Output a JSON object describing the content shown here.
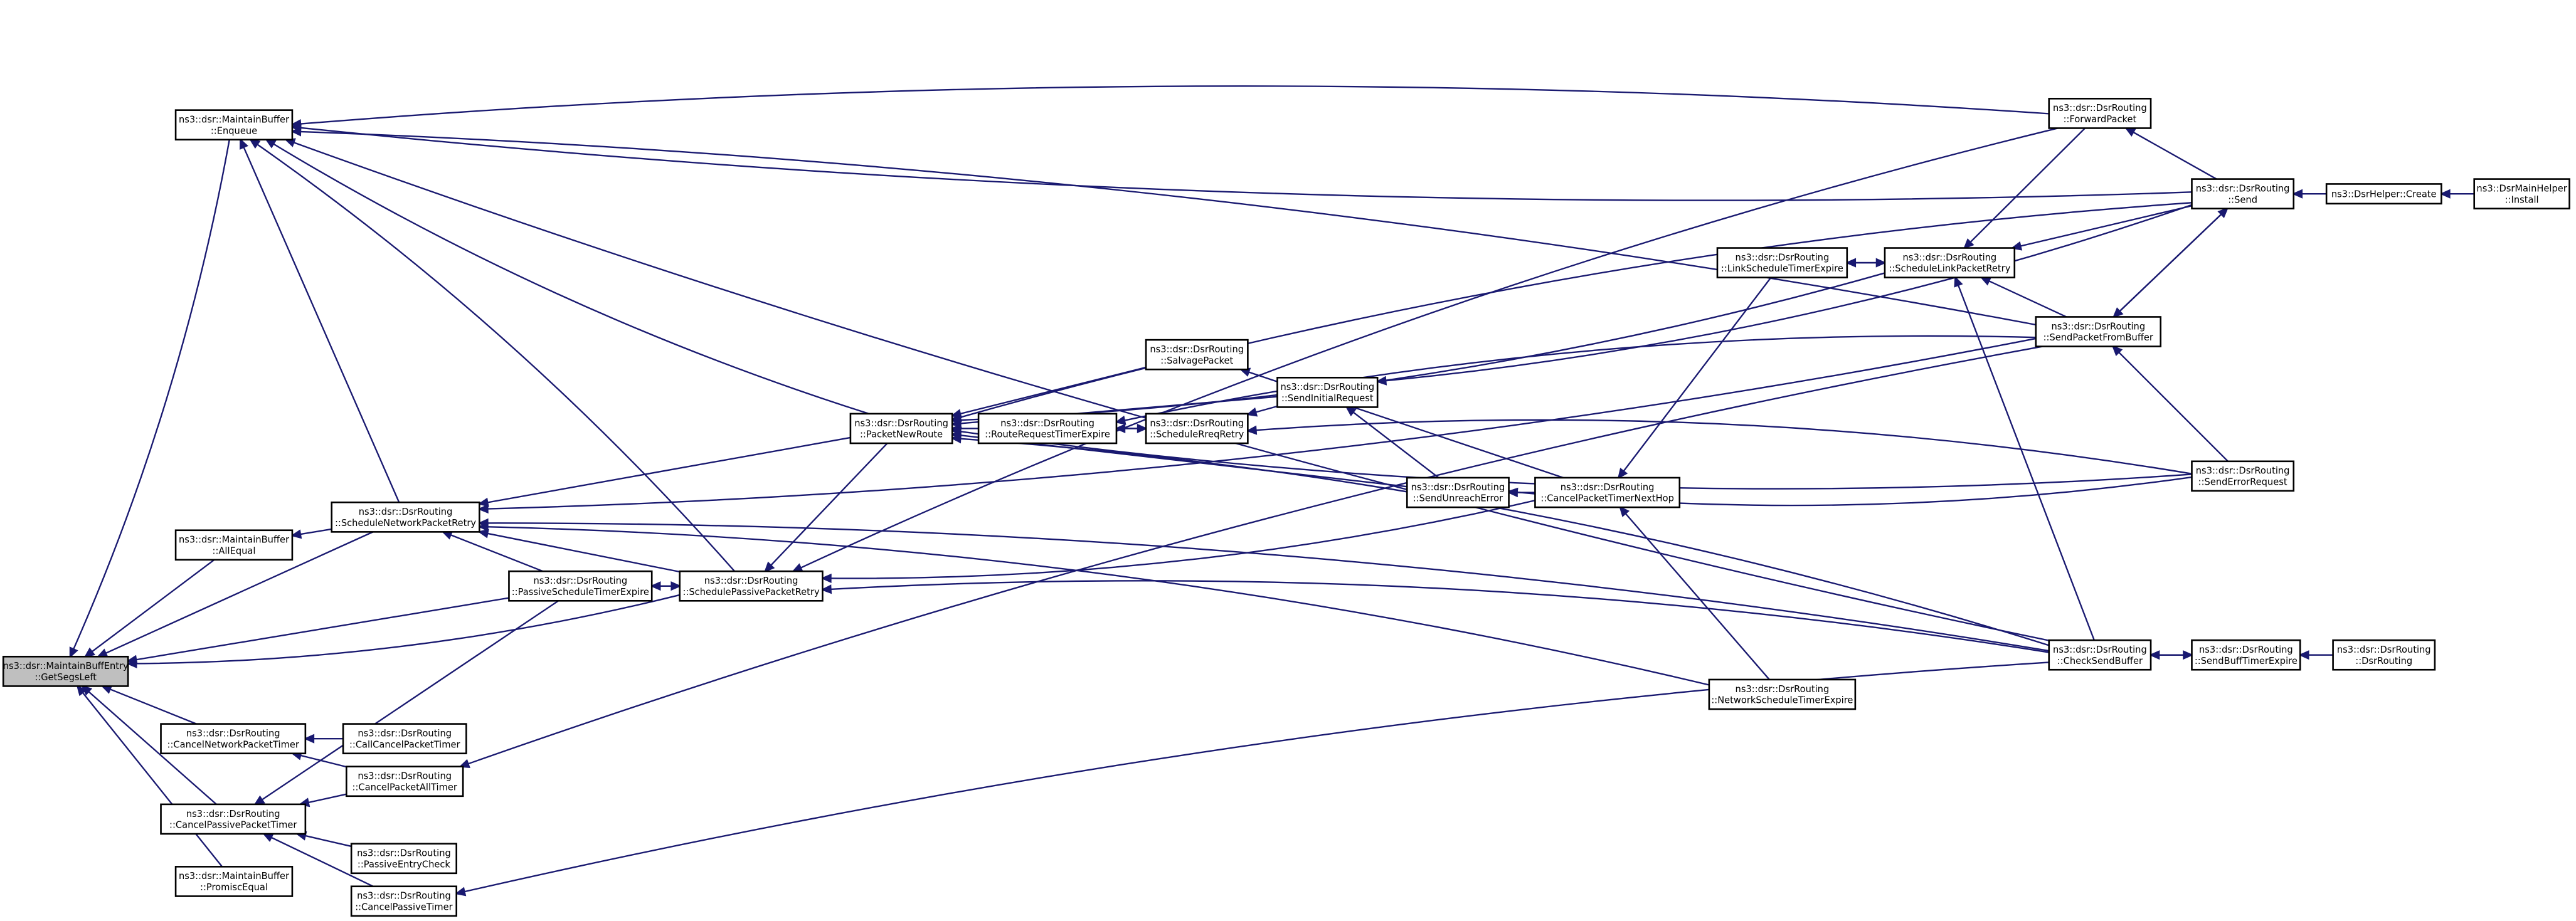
{
  "colors": {
    "edge": "#191970",
    "node_fill": "#ffffff",
    "root_fill": "#bfbfbf",
    "border": "#000000"
  },
  "nodes": {
    "n1": {
      "line1": "ns3::dsr::MaintainBuffEntry",
      "line2": "::GetSegsLeft",
      "root": true
    },
    "n2": {
      "line1": "ns3::dsr::MaintainBuffer",
      "line2": "::Enqueue"
    },
    "n3": {
      "line1": "ns3::dsr::MaintainBuffer",
      "line2": "::AllEqual"
    },
    "n4": {
      "line1": "ns3::dsr::DsrRouting",
      "line2": "::ScheduleNetworkPacketRetry"
    },
    "n5": {
      "line1": "ns3::dsr::DsrRouting",
      "line2": "::PassiveScheduleTimerExpire"
    },
    "n6": {
      "line1": "ns3::dsr::DsrRouting",
      "line2": "::SchedulePassivePacketRetry"
    },
    "n7": {
      "line1": "ns3::dsr::DsrRouting",
      "line2": "::CancelNetworkPacketTimer"
    },
    "n8": {
      "line1": "ns3::dsr::DsrRouting",
      "line2": "::CallCancelPacketTimer"
    },
    "n9": {
      "line1": "ns3::dsr::DsrRouting",
      "line2": "::CancelPacketAllTimer"
    },
    "n10": {
      "line1": "ns3::dsr::DsrRouting",
      "line2": "::CancelPassivePacketTimer"
    },
    "n11": {
      "line1": "ns3::dsr::DsrRouting",
      "line2": "::PassiveEntryCheck"
    },
    "n12": {
      "line1": "ns3::dsr::DsrRouting",
      "line2": "::CancelPassiveTimer"
    },
    "n13": {
      "line1": "ns3::dsr::MaintainBuffer",
      "line2": "::PromiscEqual"
    },
    "n14": {
      "line1": "ns3::dsr::DsrRouting",
      "line2": "::PacketNewRoute"
    },
    "n15": {
      "line1": "ns3::dsr::DsrRouting",
      "line2": "::RouteRequestTimerExpire"
    },
    "n16": {
      "line1": "ns3::dsr::DsrRouting",
      "line2": "::SalvagePacket"
    },
    "n17": {
      "line1": "ns3::dsr::DsrRouting",
      "line2": "::ScheduleRreqRetry"
    },
    "n18": {
      "line1": "ns3::dsr::DsrRouting",
      "line2": "::SendInitialRequest"
    },
    "n19": {
      "line1": "ns3::dsr::DsrRouting",
      "line2": "::SendUnreachError"
    },
    "n20": {
      "line1": "ns3::dsr::DsrRouting",
      "line2": "::CancelPacketTimerNextHop"
    },
    "n21": {
      "line1": "ns3::dsr::DsrRouting",
      "line2": "::NetworkScheduleTimerExpire"
    },
    "n22": {
      "line1": "ns3::dsr::DsrRouting",
      "line2": "::LinkScheduleTimerExpire"
    },
    "n23": {
      "line1": "ns3::dsr::DsrRouting",
      "line2": "::ScheduleLinkPacketRetry"
    },
    "n24": {
      "line1": "ns3::dsr::DsrRouting",
      "line2": "::ForwardPacket"
    },
    "n25": {
      "line1": "ns3::dsr::DsrRouting",
      "line2": "::Send"
    },
    "n26": {
      "line1": "ns3::dsr::DsrRouting",
      "line2": "::SendPacketFromBuffer"
    },
    "n27": {
      "line1": "ns3::dsr::DsrRouting",
      "line2": "::SendErrorRequest"
    },
    "n28": {
      "line1": "ns3::dsr::DsrRouting",
      "line2": "::CheckSendBuffer"
    },
    "n29": {
      "line1": "ns3::dsr::DsrRouting",
      "line2": "::SendBuffTimerExpire"
    },
    "n30": {
      "line1": "ns3::dsr::DsrRouting",
      "line2": "::DsrRouting"
    },
    "n31": {
      "line1": "ns3::DsrHelper::Create",
      "line2": ""
    },
    "n32": {
      "line1": "ns3::DsrMainHelper",
      "line2": "::Install"
    }
  },
  "edges": [
    [
      "n2",
      "n1"
    ],
    [
      "n3",
      "n1"
    ],
    [
      "n4",
      "n1"
    ],
    [
      "n5",
      "n1"
    ],
    [
      "n6",
      "n1"
    ],
    [
      "n7",
      "n1"
    ],
    [
      "n10",
      "n1"
    ],
    [
      "n13",
      "n1"
    ],
    [
      "n4",
      "n2"
    ],
    [
      "n6",
      "n2"
    ],
    [
      "n14",
      "n2"
    ],
    [
      "n24",
      "n2"
    ],
    [
      "n25",
      "n2"
    ],
    [
      "n26",
      "n2"
    ],
    [
      "n28",
      "n2"
    ],
    [
      "n4",
      "n3"
    ],
    [
      "n5",
      "n4"
    ],
    [
      "n6",
      "n4"
    ],
    [
      "n14",
      "n4"
    ],
    [
      "n21",
      "n4"
    ],
    [
      "n26",
      "n4"
    ],
    [
      "n28",
      "n4"
    ],
    [
      "n6",
      "n5"
    ],
    [
      "n5",
      "n6"
    ],
    [
      "n14",
      "n6"
    ],
    [
      "n24",
      "n6"
    ],
    [
      "n20",
      "n6"
    ],
    [
      "n28",
      "n6"
    ],
    [
      "n8",
      "n7"
    ],
    [
      "n9",
      "n7"
    ],
    [
      "n9",
      "n10"
    ],
    [
      "n11",
      "n10"
    ],
    [
      "n12",
      "n10"
    ],
    [
      "n26",
      "n9"
    ],
    [
      "n5",
      "n10"
    ],
    [
      "n28",
      "n12"
    ],
    [
      "n15",
      "n14"
    ],
    [
      "n16",
      "n14"
    ],
    [
      "n18",
      "n14"
    ],
    [
      "n19",
      "n14"
    ],
    [
      "n27",
      "n14"
    ],
    [
      "n25",
      "n14"
    ],
    [
      "n23",
      "n14"
    ],
    [
      "n28",
      "n14"
    ],
    [
      "n17",
      "n15"
    ],
    [
      "n15",
      "n17"
    ],
    [
      "n18",
      "n17"
    ],
    [
      "n27",
      "n17"
    ],
    [
      "n19",
      "n18"
    ],
    [
      "n20",
      "n16"
    ],
    [
      "n25",
      "n18"
    ],
    [
      "n20",
      "n19"
    ],
    [
      "n27",
      "n19"
    ],
    [
      "n21",
      "n20"
    ],
    [
      "n22",
      "n20"
    ],
    [
      "n26",
      "n15"
    ],
    [
      "n23",
      "n22"
    ],
    [
      "n22",
      "n23"
    ],
    [
      "n26",
      "n23"
    ],
    [
      "n25",
      "n23"
    ],
    [
      "n28",
      "n23"
    ],
    [
      "n24",
      "n23"
    ],
    [
      "n25",
      "n24"
    ],
    [
      "n26",
      "n25"
    ],
    [
      "n31",
      "n25"
    ],
    [
      "n27",
      "n26"
    ],
    [
      "n32",
      "n31"
    ],
    [
      "n29",
      "n28"
    ],
    [
      "n28",
      "n29"
    ],
    [
      "n30",
      "n29"
    ],
    [
      "n25",
      "n26"
    ]
  ]
}
